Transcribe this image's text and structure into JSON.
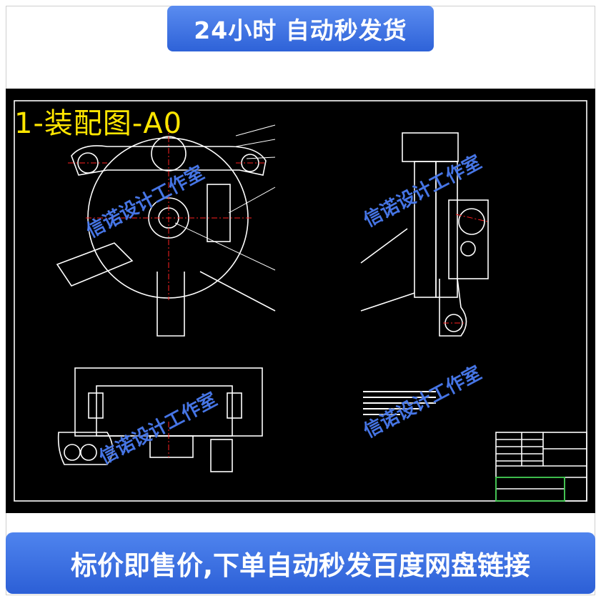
{
  "top_banner": {
    "text": "24小时 自动秒发货",
    "color": "#3a6fe0"
  },
  "drawing": {
    "title": "1-装配图-A0",
    "title_color": "#ffe600",
    "background": "#000000",
    "line_color": "#ffffff",
    "centerline_color": "#ff2020"
  },
  "watermark": {
    "text": "信诺设计工作室",
    "color": "#4a7cf2"
  },
  "bottom_banner": {
    "text": "标价即售价,下单自动秒发百度网盘链接",
    "color": "#3a6fe0"
  }
}
